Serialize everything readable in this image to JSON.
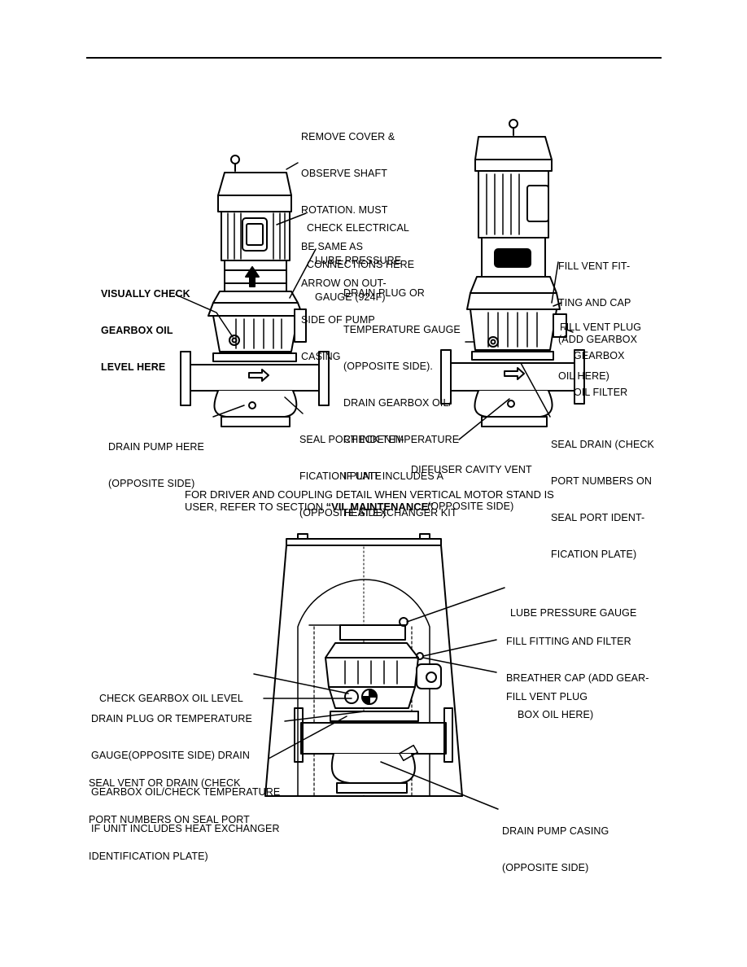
{
  "page": {
    "note_prefix_line1": "FOR DRIVER AND COUPLING DETAIL WHEN VERTICAL MOTOR STAND IS",
    "note_prefix_line2": "USER, REFER TO SECTION ",
    "note_section": "“VII.  MAINTENANCE”"
  },
  "left_figure": {
    "callouts": {
      "remove_cover": [
        "REMOVE COVER &",
        "OBSERVE SHAFT",
        "ROTATION. MUST",
        "BE SAME AS",
        "ARROW ON OUT-",
        "SIDE OF PUMP",
        "CASING"
      ],
      "check_electrical": [
        "CHECK ELECTRICAL",
        "CONNECTIONS HERE"
      ],
      "lube_pressure": [
        "LUBE PRESSURE",
        "GAUGE (924F)"
      ],
      "visually_check": [
        "VISUALLY CHECK",
        "GEARBOX OIL",
        "LEVEL HERE"
      ],
      "drain_plug": [
        "DRAIN PLUG OR",
        "TEMPERATURE GAUGE",
        "(OPPOSITE SIDE).",
        "DRAIN GEARBOX OIL/",
        "CHECK TEMPERATURE",
        "IF UNIT INCLUDES A",
        "HEAT EXCHANGER KIT"
      ],
      "drain_pump": [
        "DRAIN PUMP HERE",
        "(OPPOSITE SIDE)"
      ],
      "seal_port": [
        "SEAL PORT INDENTI-",
        "FICATION PLATE",
        "(OPPOSITE SIDE)"
      ]
    }
  },
  "right_figure": {
    "callouts": {
      "fill_vent_fitting": [
        "FILL VENT FIT-",
        "TING AND CAP",
        "(ADD GEARBOX",
        "OIL HERE)"
      ],
      "fill_vent_plug": [
        "FILL VENT PLUG"
      ],
      "gearbox_filter": [
        "GEARBOX",
        "OIL FILTER"
      ],
      "seal_drain": [
        "SEAL DRAIN (CHECK",
        "PORT NUMBERS ON",
        "SEAL PORT IDENT-",
        "FICATION PLATE)"
      ],
      "diffuser_vent": [
        "DIFFUSER CAVITY VENT",
        "(OPPOSITE SIDE)"
      ]
    }
  },
  "bottom_figure": {
    "callouts": {
      "lube_pressure": [
        "LUBE PRESSURE GAUGE"
      ],
      "fill_fitting": [
        "FILL FITTING AND FILTER",
        "BREATHER CAP (ADD GEAR-",
        "BOX OIL HERE)"
      ],
      "fill_vent_plug": [
        "FILL VENT PLUG"
      ],
      "check_oil_level": [
        "CHECK GEARBOX OIL LEVEL"
      ],
      "drain_plug": [
        "DRAIN PLUG OR TEMPERATURE",
        "GAUGE(OPPOSITE SIDE) DRAIN",
        "GEARBOX OIL/CHECK TEMPERATURE",
        "IF UNIT INCLUDES HEAT EXCHANGER"
      ],
      "seal_vent": [
        "SEAL VENT OR DRAIN (CHECK",
        "PORT NUMBERS ON SEAL PORT",
        "IDENTIFICATION PLATE)"
      ],
      "drain_pump_casing": [
        "DRAIN PUMP CASING",
        "(OPPOSITE SIDE)"
      ]
    }
  }
}
